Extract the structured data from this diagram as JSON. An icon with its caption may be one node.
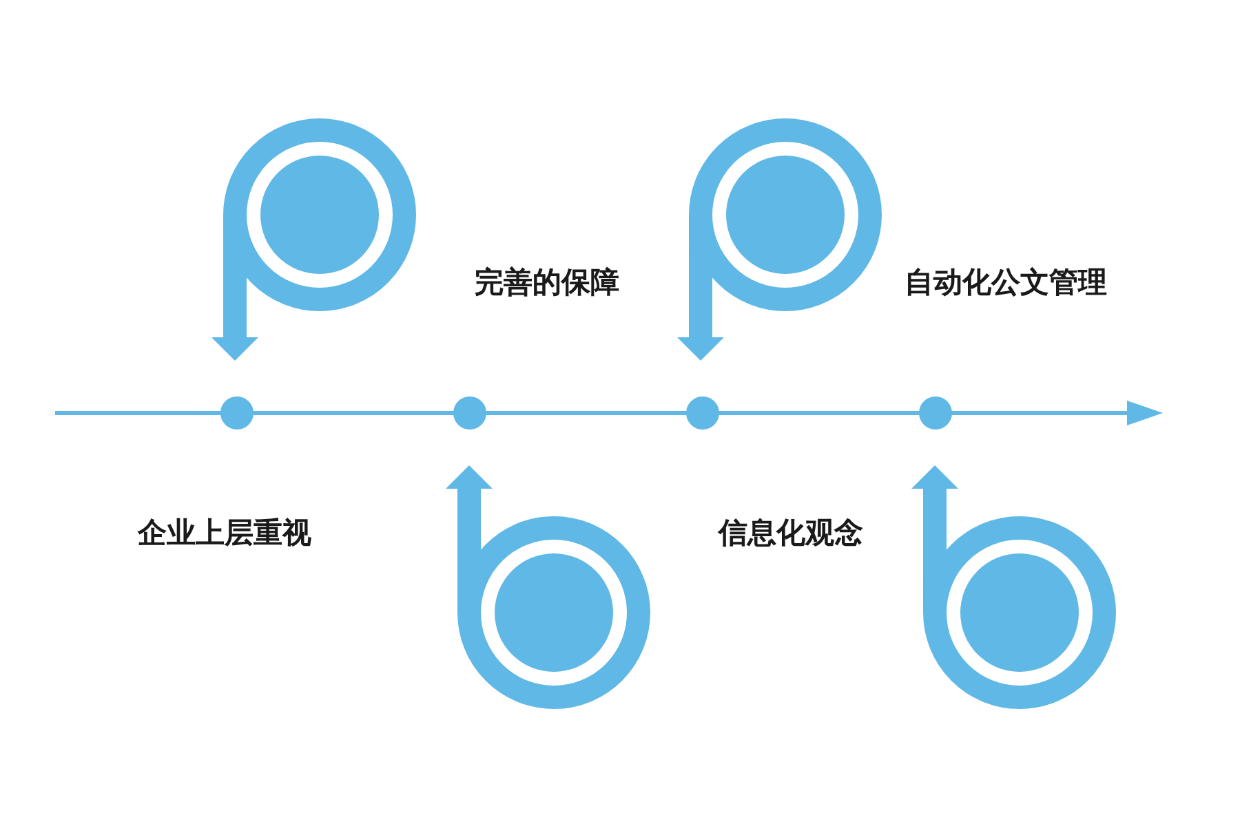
{
  "diagram": {
    "nodes": [
      {
        "text": [],
        "shape": "circle"
      },
      {
        "text": [],
        "shape": "circle"
      },
      {
        "text": [],
        "shape": "circle"
      },
      {
        "text": [],
        "shape": "circle"
      },
      {
        "text": [],
        "shape": "circle"
      },
      {
        "text": [],
        "shape": "circle"
      },
      {
        "text": [],
        "shape": "circle"
      },
      {
        "text": [],
        "shape": "circle"
      }
    ],
    "edges": [
      {
        "from": 4,
        "to": 0,
        "arrow": "to"
      },
      {
        "from": 5,
        "to": 1,
        "arrow": "to"
      },
      {
        "from": 6,
        "to": 2,
        "arrow": "to"
      },
      {
        "from": 7,
        "to": 3,
        "arrow": "to"
      }
    ],
    "labels": [
      "完善的保障",
      "自动化公文管理",
      "企业上层重视",
      "信息化观念"
    ]
  }
}
